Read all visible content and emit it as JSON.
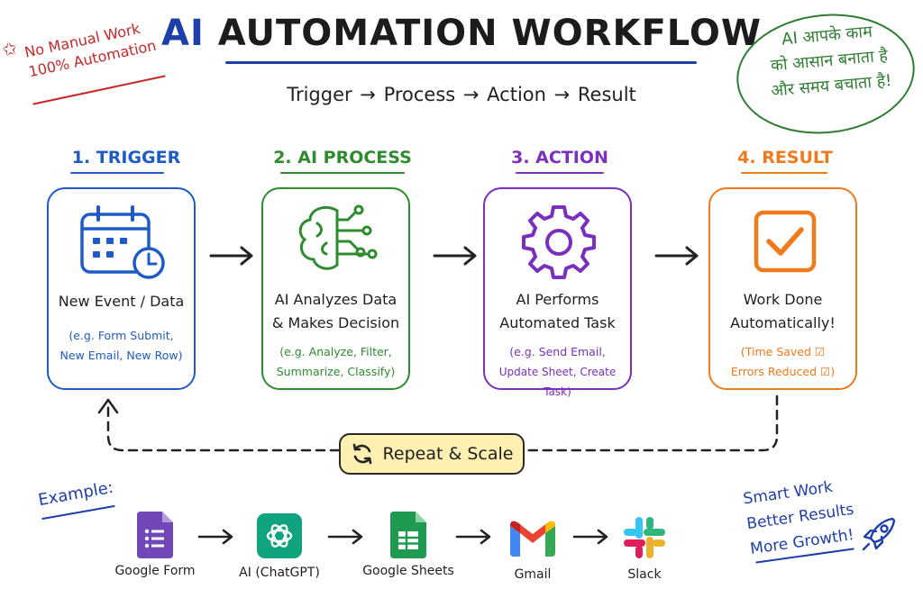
{
  "title": {
    "prefix": "AI",
    "rest": "AUTOMATION WORKFLOW"
  },
  "flow_line": "Trigger → Process → Action → Result",
  "note_left": {
    "line1": "No Manual Work",
    "line2": "100% Automation"
  },
  "note_right": {
    "line1": "AI आपके काम",
    "line2": "को आसान बनाता है",
    "line3": "और समय बचाता है!"
  },
  "steps": [
    {
      "heading": "1. TRIGGER",
      "title1": "New Event / Data",
      "title2": "",
      "sub1": "(e.g. Form Submit,",
      "sub2": "New Email, New Row)",
      "color": "#1e5bc6",
      "icon": "calendar-icon"
    },
    {
      "heading": "2. AI PROCESS",
      "title1": "AI Analyzes Data",
      "title2": "& Makes Decision",
      "sub1": "(e.g. Analyze, Filter,",
      "sub2": "Summarize, Classify)",
      "color": "#2e8b2e",
      "icon": "brain-circuit-icon"
    },
    {
      "heading": "3. ACTION",
      "title1": "AI Performs",
      "title2": "Automated Task",
      "sub1": "(e.g. Send Email,",
      "sub2": "Update Sheet, Create Task)",
      "color": "#7b2fbe",
      "icon": "gear-icon"
    },
    {
      "heading": "4. RESULT",
      "title1": "Work Done",
      "title2": "Automatically!",
      "sub1": "(Time Saved ☑",
      "sub2": "Errors Reduced ☑)",
      "color": "#f07a1a",
      "icon": "checkbox-icon"
    }
  ],
  "repeat_label": "Repeat & Scale",
  "example_label": "Example:",
  "apps": [
    {
      "label": "Google Form",
      "icon": "google-forms-icon"
    },
    {
      "label": "AI (ChatGPT)",
      "icon": "chatgpt-icon"
    },
    {
      "label": "Google Sheets",
      "icon": "google-sheets-icon"
    },
    {
      "label": "Gmail",
      "icon": "gmail-icon"
    },
    {
      "label": "Slack",
      "icon": "slack-icon"
    }
  ],
  "smart_note": {
    "line1": "Smart Work",
    "line2": "Better Results",
    "line3": "More Growth!"
  }
}
